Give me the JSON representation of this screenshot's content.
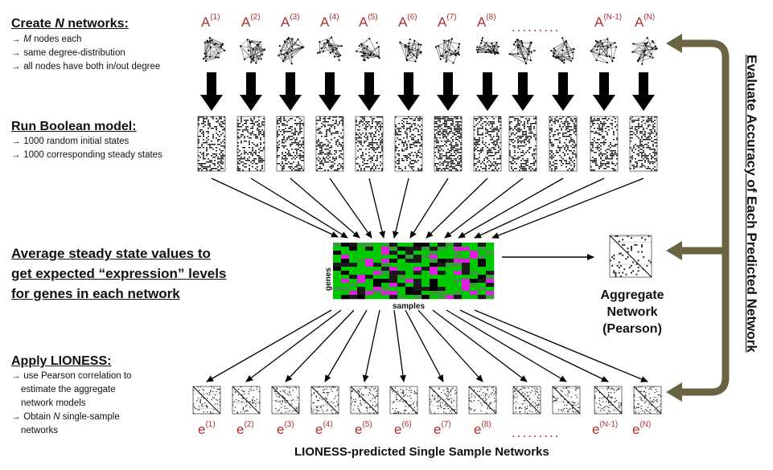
{
  "steps": {
    "create": {
      "title_prefix": "Create ",
      "title_var": "N",
      "title_suffix": " networks:",
      "bullet1_var": "M",
      "bullet1_rest": " nodes each",
      "bullet2": "same degree-distribution",
      "bullet3": "all nodes have both in/out degree"
    },
    "boolean": {
      "title": "Run Boolean model:",
      "bullet1": "1000 random initial states",
      "bullet2": "1000 corresponding steady states"
    },
    "average": {
      "line1": "Average steady state values to",
      "line2": "get expected “expression” levels",
      "line3": "for genes in each network"
    },
    "lioness": {
      "title": "Apply LIONESS:",
      "b1_l1": "use Pearson correlation to",
      "b1_l2": "estimate the aggregate",
      "b1_l3": "network models",
      "b2_l1_pre": "Obtain ",
      "b2_l1_var": "N",
      "b2_l1_post": " single-sample",
      "b2_l2": "networks"
    }
  },
  "bullet_arrow": "→",
  "network_labels": {
    "base": "A",
    "superscripts": [
      "(1)",
      "(2)",
      "(3)",
      "(4)",
      "(5)",
      "(6)",
      "(7)",
      "(8)",
      "(N-1)",
      "(N)"
    ],
    "ellipsis": "........."
  },
  "single_sample_labels": {
    "base": "e",
    "superscripts": [
      "(1)",
      "(2)",
      "(3)",
      "(4)",
      "(5)",
      "(6)",
      "(7)",
      "(8)",
      "(N-1)",
      "(N)"
    ],
    "ellipsis": "........."
  },
  "heatmap": {
    "y_axis": "genes",
    "x_axis": "samples",
    "colors": [
      "#00c800",
      "#1a1a1a",
      "#e020e0",
      "#33a033",
      "#000000"
    ]
  },
  "aggregate": {
    "line1": "Aggregate",
    "line2": "Network",
    "line3": "(Pearson)"
  },
  "side_label": "Evaluate Accuracy of Each Predicted Network",
  "footer": "LIONESS-predicted Single Sample Networks",
  "colors": {
    "label_red": "#b03030",
    "feedback_arrow": "#6b6442"
  }
}
